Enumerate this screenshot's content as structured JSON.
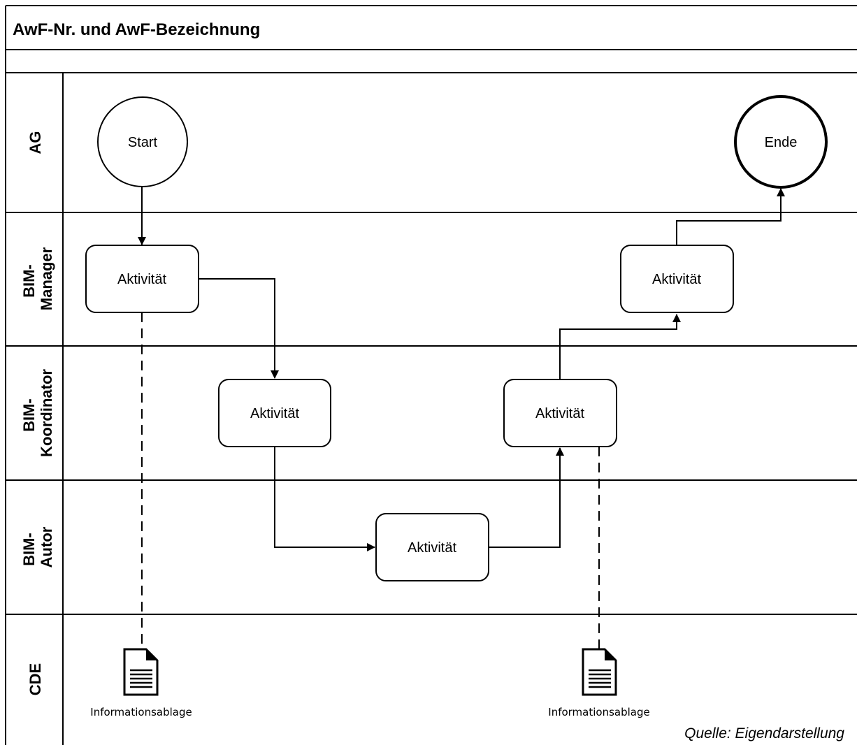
{
  "title": "AwF-Nr. und AwF-Bezeichnung",
  "lanes": [
    {
      "id": "ag",
      "label_lines": [
        "AG"
      ]
    },
    {
      "id": "bim-manager",
      "label_lines": [
        "BIM-",
        "Manager"
      ]
    },
    {
      "id": "bim-koordinator",
      "label_lines": [
        "BIM-",
        "Koordinator"
      ]
    },
    {
      "id": "bim-autor",
      "label_lines": [
        "BIM-",
        "Autor"
      ]
    },
    {
      "id": "cde",
      "label_lines": [
        "CDE"
      ]
    }
  ],
  "events": {
    "start": "Start",
    "end": "Ende"
  },
  "activities": [
    {
      "id": "manager-1",
      "label": "Aktivität"
    },
    {
      "id": "koordinator-1",
      "label": "Aktivität"
    },
    {
      "id": "autor-1",
      "label": "Aktivität"
    },
    {
      "id": "koordinator-2",
      "label": "Aktivität"
    },
    {
      "id": "manager-2",
      "label": "Aktivität"
    }
  ],
  "documents": [
    {
      "id": "doc-1",
      "label": "Informationsablage"
    },
    {
      "id": "doc-2",
      "label": "Informationsablage"
    }
  ],
  "source": "Quelle: Eigendarstellung"
}
